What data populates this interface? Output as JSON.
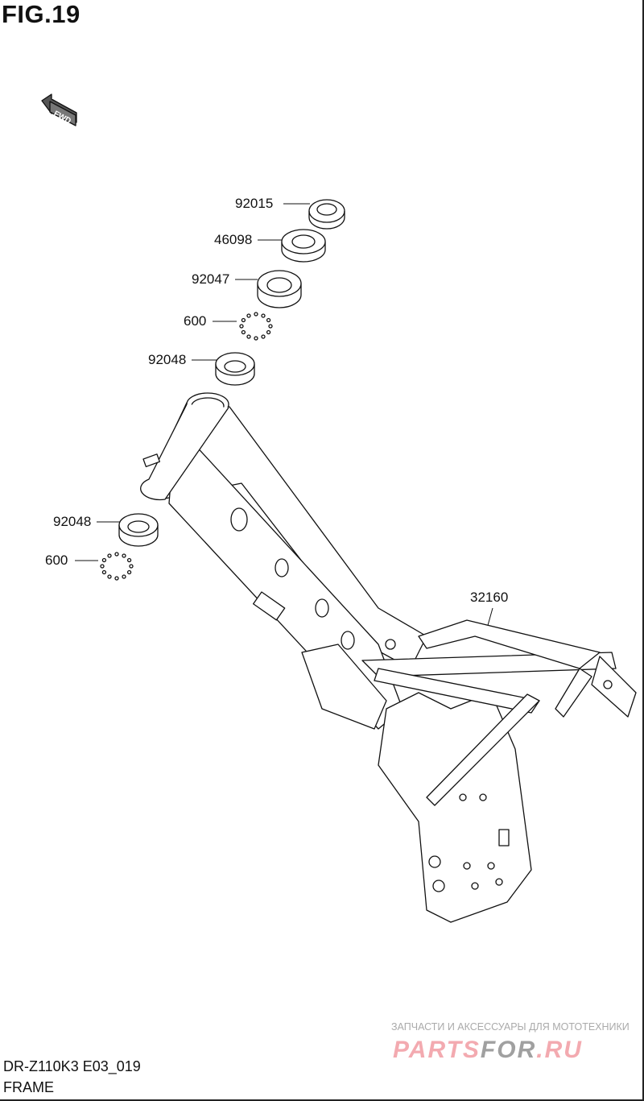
{
  "figure": {
    "title": "FIG.19",
    "fwd_label": "FWD"
  },
  "parts": [
    {
      "number": "92015"
    },
    {
      "number": "46098"
    },
    {
      "number": "92047"
    },
    {
      "number": "600"
    },
    {
      "number": "92048"
    },
    {
      "number": "92048"
    },
    {
      "number": "600"
    },
    {
      "number": "32160"
    }
  ],
  "footer": {
    "model_code": "DR-Z110K3 E03_019",
    "section": "FRAME"
  },
  "watermark": {
    "tagline": "ЗАПЧАСТИ И АКСЕССУАРЫ ДЛЯ МОТОТЕХНИКИ",
    "brand_a": "PARTS",
    "brand_b": "FOR",
    "brand_c": ".RU"
  }
}
